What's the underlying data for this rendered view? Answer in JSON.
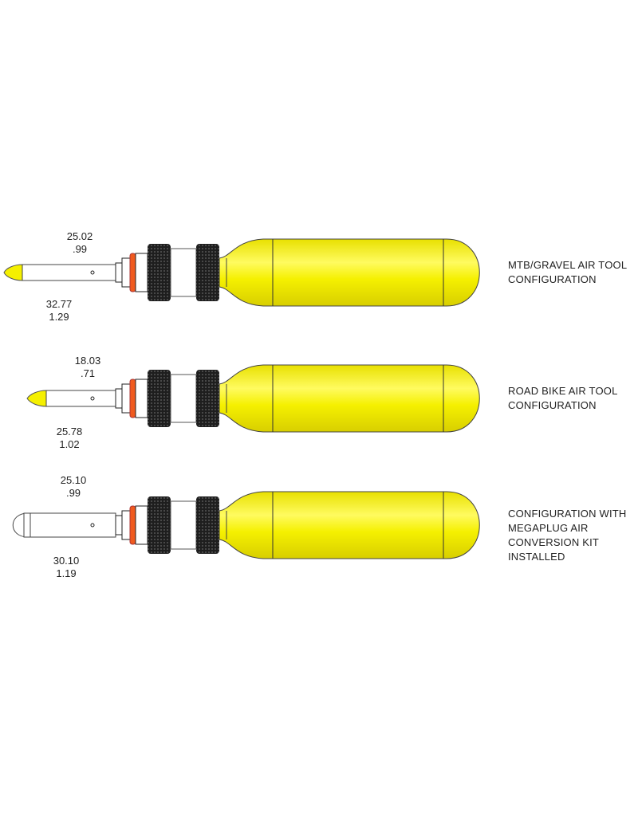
{
  "colors": {
    "body_yellow": "#f5f000",
    "oring_orange": "#f05a1e",
    "knurl_black": "#1e1e1e",
    "outline": "#222222"
  },
  "configurations": [
    {
      "top_dim_mm": "25.02",
      "top_dim_in": ".99",
      "bottom_dim_mm": "32.77",
      "bottom_dim_in": "1.29",
      "caption": [
        "MTB/GRAVEL AIR TOOL",
        "CONFIGURATION"
      ]
    },
    {
      "top_dim_mm": "18.03",
      "top_dim_in": ".71",
      "bottom_dim_mm": "25.78",
      "bottom_dim_in": "1.02",
      "caption": [
        "ROAD BIKE AIR TOOL",
        "CONFIGURATION"
      ]
    },
    {
      "top_dim_mm": "25.10",
      "top_dim_in": ".99",
      "bottom_dim_mm": "30.10",
      "bottom_dim_in": "1.19",
      "caption": [
        "CONFIGURATION WITH",
        "MEGAPLUG AIR",
        "CONVERSION KIT",
        "INSTALLED"
      ]
    }
  ]
}
